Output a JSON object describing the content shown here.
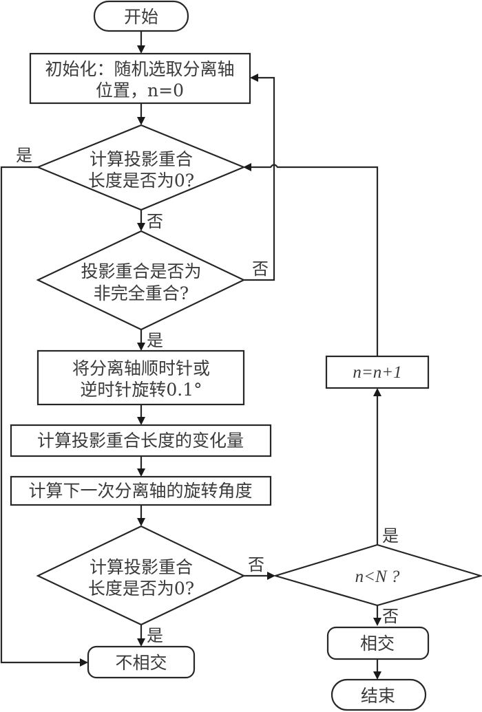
{
  "diagram": {
    "type": "flowchart",
    "nodes": {
      "start": {
        "shape": "terminator",
        "text": "开始"
      },
      "init": {
        "shape": "process",
        "lines": [
          "初始化：随机选取分离轴",
          "位置，n=0"
        ]
      },
      "decision1": {
        "shape": "decision",
        "lines": [
          "计算投影重合",
          "长度是否为0?"
        ]
      },
      "decision2": {
        "shape": "decision",
        "lines": [
          "投影重合是否为",
          "非完全重合?"
        ]
      },
      "rotate": {
        "shape": "process",
        "lines": [
          "将分离轴顺时针或",
          "逆时针旋转0.1°"
        ]
      },
      "calc_change": {
        "shape": "process",
        "text": "计算投影重合长度的变化量"
      },
      "calc_angle": {
        "shape": "process",
        "text": "计算下一次分离轴的旋转角度"
      },
      "decision3": {
        "shape": "decision",
        "lines": [
          "计算投影重合",
          "长度是否为0?"
        ]
      },
      "no_intersect": {
        "shape": "terminator",
        "text": "不相交"
      },
      "decision_n": {
        "shape": "decision",
        "text": "n<N ?"
      },
      "increment": {
        "shape": "process",
        "text": "n=n+1"
      },
      "intersect": {
        "shape": "terminator",
        "text": "相交"
      },
      "end": {
        "shape": "terminator",
        "text": "结束"
      }
    },
    "edge_labels": {
      "d1_yes": "是",
      "d1_no": "否",
      "d2_no": "否",
      "d2_yes": "是",
      "d3_no": "否",
      "d3_yes": "是",
      "dn_yes": "是",
      "dn_no": "否"
    },
    "edges": [
      {
        "from": "start",
        "to": "init"
      },
      {
        "from": "init",
        "to": "decision1"
      },
      {
        "from": "decision1",
        "to": "no_intersect",
        "label": "是"
      },
      {
        "from": "decision1",
        "to": "decision2",
        "label": "否"
      },
      {
        "from": "decision2",
        "to": "init",
        "label": "否"
      },
      {
        "from": "decision2",
        "to": "rotate",
        "label": "是"
      },
      {
        "from": "rotate",
        "to": "calc_change"
      },
      {
        "from": "calc_change",
        "to": "calc_angle"
      },
      {
        "from": "calc_angle",
        "to": "decision3"
      },
      {
        "from": "decision3",
        "to": "no_intersect",
        "label": "是"
      },
      {
        "from": "decision3",
        "to": "decision_n",
        "label": "否"
      },
      {
        "from": "decision_n",
        "to": "increment",
        "label": "是"
      },
      {
        "from": "increment",
        "to": "decision1"
      },
      {
        "from": "decision_n",
        "to": "intersect",
        "label": "否"
      },
      {
        "from": "intersect",
        "to": "end"
      }
    ]
  }
}
